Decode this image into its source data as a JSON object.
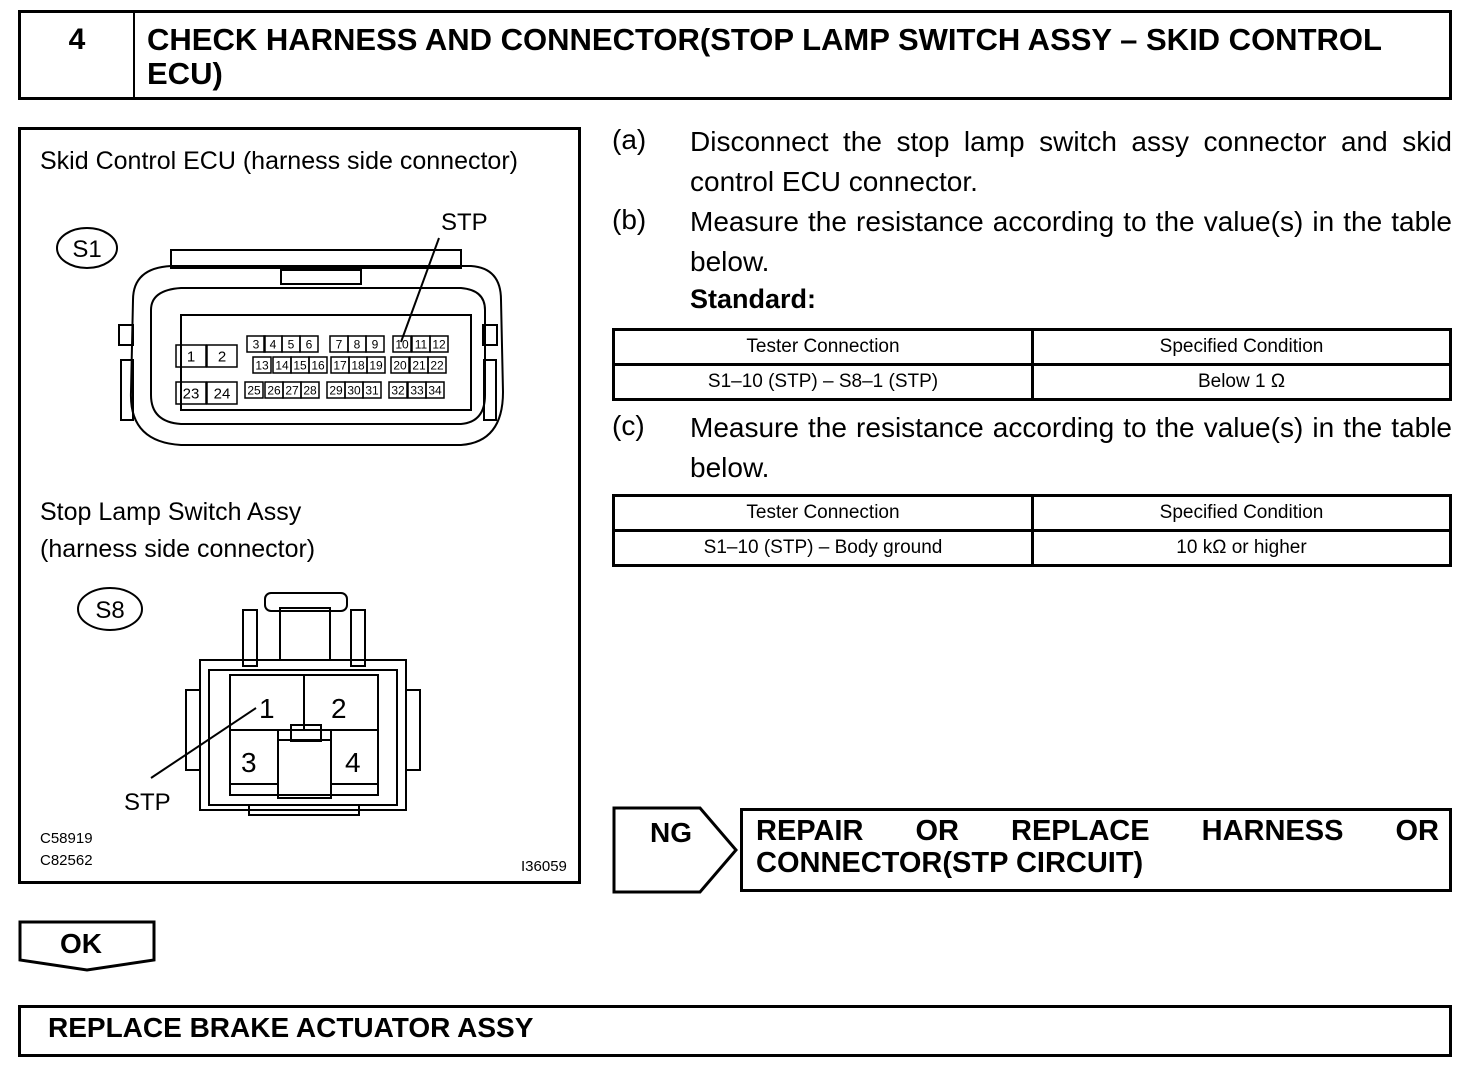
{
  "step": {
    "number": "4",
    "title": "CHECK HARNESS AND CONNECTOR(STOP LAMP SWITCH ASSY – SKID CONTROL ECU)"
  },
  "figure": {
    "ecu_label": "Skid Control ECU (harness side connector)",
    "ecu_connector_id": "S1",
    "ecu_pin_callout": "STP",
    "ecu_pins": [
      "1",
      "2",
      "3",
      "4",
      "5",
      "6",
      "7",
      "8",
      "9",
      "10",
      "11",
      "12",
      "13",
      "14",
      "15",
      "16",
      "17",
      "18",
      "19",
      "20",
      "21",
      "22",
      "23",
      "24",
      "25",
      "26",
      "27",
      "28",
      "29",
      "30",
      "31",
      "32",
      "33",
      "34"
    ],
    "switch_label_line1": "Stop Lamp Switch Assy",
    "switch_label_line2": "(harness side connector)",
    "switch_connector_id": "S8",
    "switch_pins": [
      "1",
      "2",
      "3",
      "4"
    ],
    "switch_pin_callout": "STP",
    "codes": [
      "C58919",
      "C82562"
    ],
    "figure_id": "I36059"
  },
  "instructions": [
    {
      "letter": "(a)",
      "text": "Disconnect the stop lamp switch assy connector and skid control ECU connector."
    },
    {
      "letter": "(b)",
      "text": "Measure the resistance according to the value(s) in the table below."
    },
    {
      "letter": "(c)",
      "text": "Measure the resistance according to the value(s) in the table below."
    }
  ],
  "standard_label": "Standard:",
  "table1": {
    "headers": [
      "Tester Connection",
      "Specified Condition"
    ],
    "rows": [
      [
        "S1–10 (STP) – S8–1 (STP)",
        "Below 1 Ω"
      ]
    ]
  },
  "table2": {
    "headers": [
      "Tester Connection",
      "Specified Condition"
    ],
    "rows": [
      [
        "S1–10 (STP) – Body ground",
        "10 kΩ or higher"
      ]
    ]
  },
  "ng": {
    "label": "NG",
    "result": "REPAIR OR REPLACE HARNESS OR CONNECTOR(STP CIRCUIT)"
  },
  "ok": {
    "label": "OK",
    "result": "REPLACE BRAKE ACTUATOR ASSY"
  }
}
